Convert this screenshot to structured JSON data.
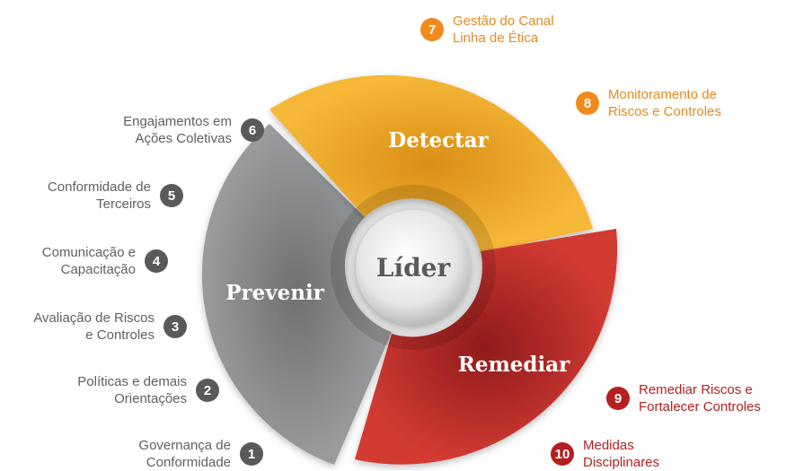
{
  "diagram": {
    "center": "Líder",
    "segments": {
      "prevent": "Prevenir",
      "detect": "Detectar",
      "remedy": "Remediar"
    },
    "colors": {
      "prevent": "#8e8f91",
      "detect": "#f2ad2a",
      "remedy": "#c8302e",
      "badge_gray": "#5a5a5a",
      "badge_orange": "#f08a1c",
      "badge_red": "#b51f1f"
    },
    "items": [
      {
        "n": "1",
        "line1": "Governança de",
        "line2": "Conformidade"
      },
      {
        "n": "2",
        "line1": "Políticas e demais",
        "line2": "Orientações"
      },
      {
        "n": "3",
        "line1": "Avaliação de Riscos",
        "line2": "e Controles"
      },
      {
        "n": "4",
        "line1": "Comunicação e",
        "line2": "Capacitação"
      },
      {
        "n": "5",
        "line1": "Conformidade de",
        "line2": "Terceiros"
      },
      {
        "n": "6",
        "line1": "Engajamentos em",
        "line2": "Ações Coletivas"
      },
      {
        "n": "7",
        "line1": "Gestão do Canal",
        "line2": "Linha de Ética"
      },
      {
        "n": "8",
        "line1": "Monitoramento de",
        "line2": "Riscos e Controles"
      },
      {
        "n": "9",
        "line1": "Remediar Riscos e",
        "line2": "Fortalecer Controles"
      },
      {
        "n": "10",
        "line1": "Medidas",
        "line2": "Disciplinares"
      }
    ]
  }
}
